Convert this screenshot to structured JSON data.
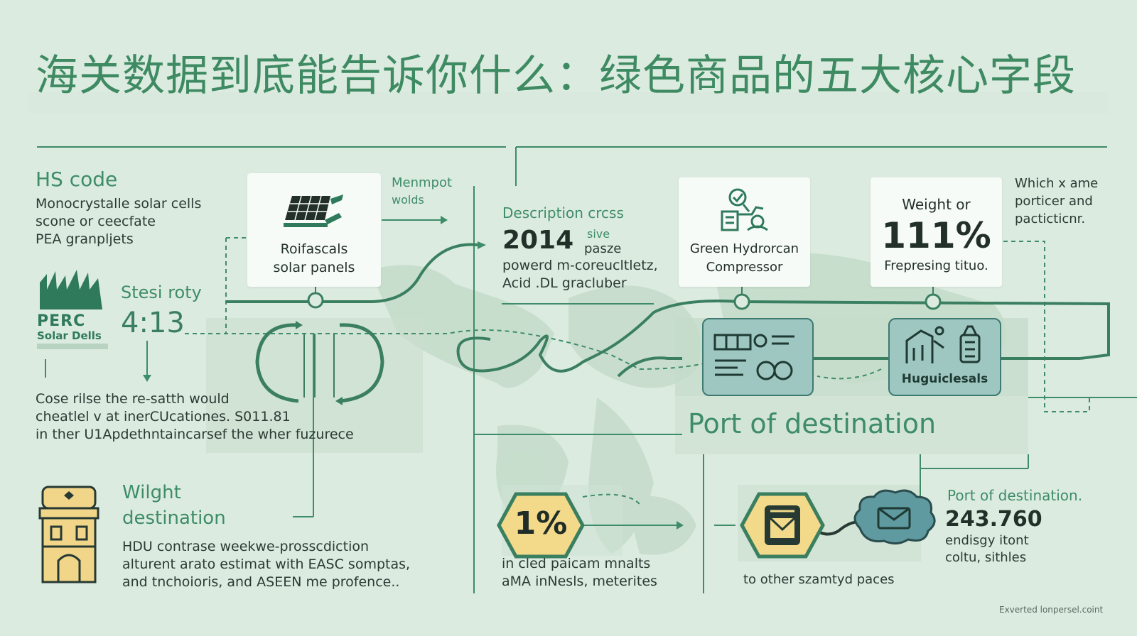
{
  "title": "海关数据到底能告诉你什么：绿色商品的五大核心字段",
  "hs_code": {
    "heading": "HS code",
    "lines": [
      "Monocrystalle solar cells",
      "scone or ceecfate",
      "PEA granpljets"
    ]
  },
  "perc": {
    "logo_line1": "PERC",
    "logo_line2": "Solar Dells",
    "label": "Stesi roty",
    "value": "4:13"
  },
  "cose_text": [
    "Cose rilse the re-satth would",
    "cheatlel v at inerCUcationes. S011.81",
    "in ther U1Apdethntaincarsef the wher fuzurece"
  ],
  "solar_card": {
    "line1": "Roifascals",
    "line2": "solar panels"
  },
  "menmpot": {
    "line1": "Menmpot",
    "line2": "wolds"
  },
  "description": {
    "heading": "Description crcss",
    "value": "2014",
    "side1": "sive",
    "side2": "pasze",
    "line1": "powerd m-coreucltletz,",
    "line2": "Acid .DL gracluber"
  },
  "hydro_card": {
    "line1": "Green Hydrorcan",
    "line2": "Compressor"
  },
  "weight_card": {
    "label": "Weight or",
    "value": "111%",
    "sub": "Frepresing tituo."
  },
  "which_text": [
    "Which x ame",
    "porticer and",
    "pacticticnr."
  ],
  "hugui_label": "Huguiclesals",
  "port_heading": "Port of destination",
  "wilght": {
    "line1": "Wilght",
    "line2": "destination",
    "text": [
      "HDU contrase weekwe-prosscdiction",
      "alturent arato estimat with EASC somptas,",
      "and tnchoioris, and ASEEN me profence.."
    ]
  },
  "percent_badge": {
    "value": "1%",
    "line1": "in cled paicam mnalts",
    "line2": "aMA inNesls, meterites"
  },
  "to_other": "to other szamtyd paces",
  "port_right": {
    "heading": "Port of destination.",
    "value": "243.760",
    "line1": "endisgy itont",
    "line2": "coltu, sithles"
  },
  "footer": "Exverted lonpersel.coint",
  "colors": {
    "accent": "#3e8c68",
    "line": "#2f7a5b",
    "panel": "#c5dccb",
    "teal_box": "#9fc7c1",
    "hex_gold": "#f3d98a"
  }
}
